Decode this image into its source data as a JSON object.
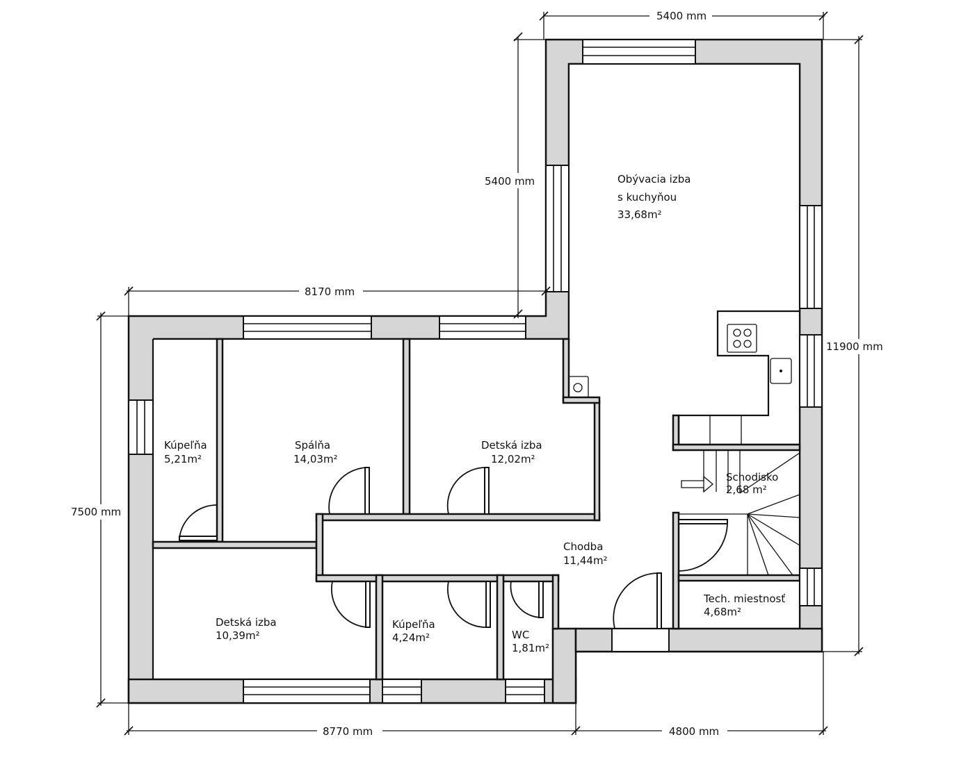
{
  "dimensions": {
    "top": "5400 mm",
    "stair_side": "5400 mm",
    "mid": "8170 mm",
    "right": "11900 mm",
    "left": "7500 mm",
    "bottom_left": "8770 mm",
    "bottom_right": "4800 mm"
  },
  "rooms": {
    "living": {
      "name_1": "Obývacia izba",
      "name_2": "s kuchyňou",
      "area": "33,68m²"
    },
    "bath1": {
      "name": "Kúpeľňa",
      "area": "5,21m²"
    },
    "bedroom": {
      "name": "Spálňa",
      "area": "14,03m²"
    },
    "kids1": {
      "name": "Detská izba",
      "area": "12,02m²"
    },
    "stairs": {
      "name": "Schodisko",
      "area": "2,68 m²"
    },
    "hall": {
      "name": "Chodba",
      "area": "11,44m²"
    },
    "kids2": {
      "name": "Detská izba",
      "area": "10,39m²"
    },
    "bath2": {
      "name": "Kúpeľňa",
      "area": "4,24m²"
    },
    "wc": {
      "name": "WC",
      "area": "1,81m²"
    },
    "tech": {
      "name": "Tech. miestnosť",
      "area": "4,68m²"
    }
  }
}
